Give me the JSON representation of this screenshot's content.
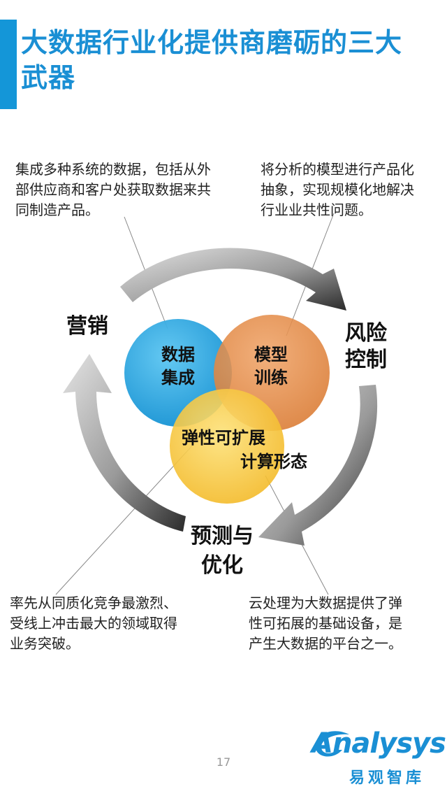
{
  "title": {
    "line1": "大数据行业化提供商磨砺的三大",
    "line2": "武器"
  },
  "notes": {
    "top_left": [
      "集成多种系统的数据，包括从外",
      "部供应商和客户处获取数据来共",
      "同制造产品。"
    ],
    "top_right": [
      "将分析的模型进行产品化",
      "抽象，实现规模化地解决",
      "行业业共性问题。"
    ],
    "bottom_left": [
      "率先从同质化竞争最激烈、",
      "受线上冲击最大的领域取得",
      "业务突破。"
    ],
    "bottom_right": [
      "云处理为大数据提供了弹",
      "性可拓展的基础设备，是",
      "产生大数据的平台之一。"
    ]
  },
  "cycle_labels": {
    "marketing": "营销",
    "risk_line1": "风险",
    "risk_line2": "控制",
    "predict_line1": "预测与",
    "predict_line2": "优化"
  },
  "circles": {
    "data": {
      "line1": "数据",
      "line2": "集成",
      "color": "#1aa6e4"
    },
    "model": {
      "line1": "模型",
      "line2": "训练",
      "color": "#e08a45"
    },
    "elastic": {
      "line1": "弹性可扩展",
      "line2": "计算形态",
      "color": "#f7c52e"
    }
  },
  "page_number": "17",
  "logo": {
    "name": "Analysys",
    "cn": "易观智库"
  }
}
